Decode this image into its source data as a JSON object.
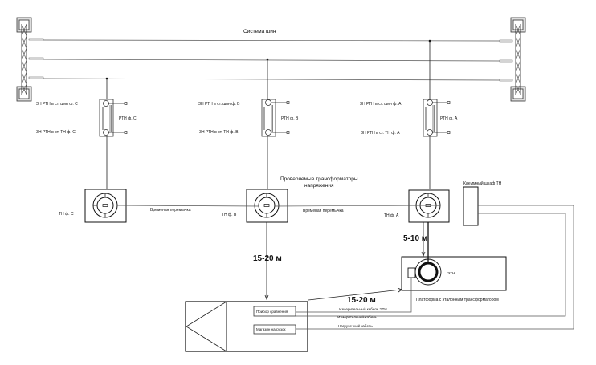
{
  "title": "Система шин",
  "busbars": {
    "count": 3
  },
  "phases": [
    {
      "id": "C",
      "disconnector_label": "РТН ф. С",
      "earth_switch_bus_label": "ЗН РТН в ст. шин ф. С",
      "earth_switch_vt_label": "ЗН РТН в ст. ТН ф. С",
      "vt_label": "ТН ф. С"
    },
    {
      "id": "B",
      "disconnector_label": "РТН ф. В",
      "earth_switch_bus_label": "ЗН РТН в ст. шин ф. В",
      "earth_switch_vt_label": "ЗН РТН в ст. ТН ф. В",
      "vt_label": "ТН ф. В"
    },
    {
      "id": "A",
      "disconnector_label": "РТН ф. А",
      "earth_switch_bus_label": "ЗН РТН в ст. шин ф. А",
      "earth_switch_vt_label": "ЗН РТН в ст. ТН ф. А",
      "vt_label": "ТН ф. А"
    }
  ],
  "labels": {
    "tested_vt": "Проверяемые трансформаторы",
    "tested_vt_line2": "напряжения",
    "jumper_1": "Временая перемычка",
    "jumper_2": "Временая перемычка",
    "terminal_cabinet": "Клеммный шкаф ТН",
    "distance_vertical": "15-20 м",
    "distance_diagonal": "15-20 м",
    "distance_short": "5-10 м",
    "reference_vt": "ЭТН",
    "platform": "Платформа с эталонным трансформатором",
    "comparator": "Прибор сравнения",
    "load_box": "Магазин нагрузок",
    "cable_measuring_etn": "Измерительный кабель ЭТН",
    "cable_measuring": "Измерительный кабель",
    "cable_load": "Нагрузочный кабель"
  }
}
